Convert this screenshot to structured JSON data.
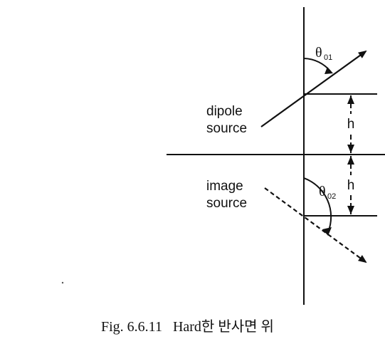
{
  "labels": {
    "dipole_source": [
      "dipole",
      "source"
    ],
    "image_source": [
      "image",
      "source"
    ],
    "h_upper": "h",
    "h_lower": "h",
    "theta_01": {
      "symbol": "θ",
      "subscript": "01"
    },
    "theta_02": {
      "symbol": "θ",
      "subscript": "02"
    }
  },
  "caption": "Fig. 6.6.11   Hard한 반사면 위",
  "colors": {
    "ink": "#111111",
    "background": "#ffffff"
  }
}
